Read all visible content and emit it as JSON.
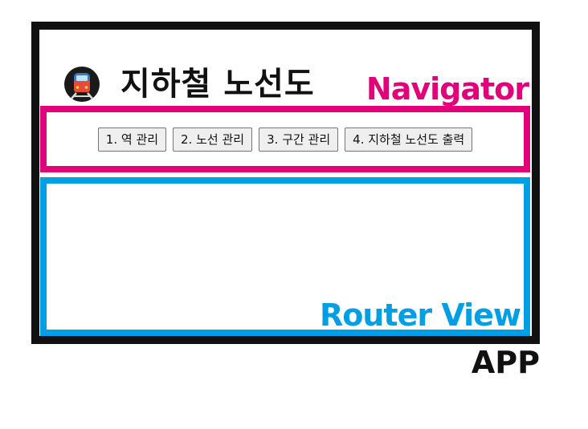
{
  "app": {
    "label": "APP",
    "border_color": "#111111"
  },
  "header": {
    "icon": "subway-train-icon",
    "title": "지하철 노선도"
  },
  "navigator": {
    "label": "Navigator",
    "color": "#e2007a",
    "buttons": [
      {
        "label": "1. 역 관리"
      },
      {
        "label": "2. 노선 관리"
      },
      {
        "label": "3. 구간 관리"
      },
      {
        "label": "4. 지하철 노선도 출력"
      }
    ]
  },
  "router_view": {
    "label": "Router View",
    "color": "#009fe3"
  }
}
